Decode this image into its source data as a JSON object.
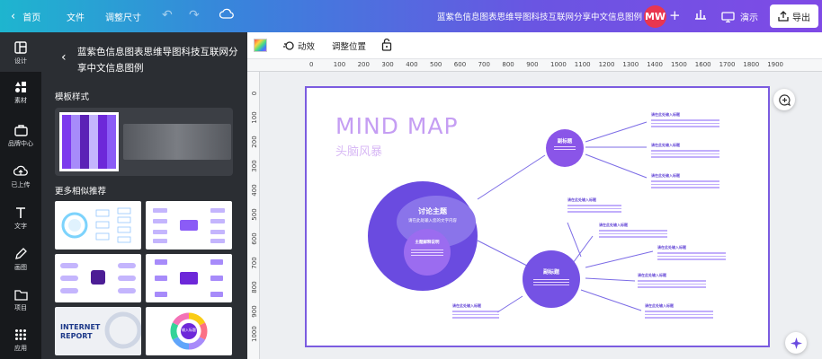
{
  "topbar": {
    "home": "首页",
    "file": "文件",
    "resize": "调整尺寸",
    "doc_title": "蓝紫色信息图表思维导图科技互联网分享中文信息图例",
    "avatar": "MW",
    "present": "演示",
    "export": "导出"
  },
  "rail": [
    {
      "label": "设计",
      "icon": "layout-icon"
    },
    {
      "label": "素材",
      "icon": "shapes-icon"
    },
    {
      "label": "品牌中心",
      "icon": "briefcase-icon"
    },
    {
      "label": "已上传",
      "icon": "cloud-upload-icon"
    },
    {
      "label": "文字",
      "icon": "text-icon"
    },
    {
      "label": "画图",
      "icon": "pen-icon"
    },
    {
      "label": "项目",
      "icon": "folder-icon"
    },
    {
      "label": "应用",
      "icon": "apps-icon"
    }
  ],
  "panel": {
    "title": "蓝紫色信息图表思维导图科技互联网分享中文信息图例",
    "template_style": "模板样式",
    "more_similar": "更多相似推荐",
    "thumb5_text1": "INTERNET",
    "thumb5_text2": "REPORT",
    "thumb_center": "输入标题"
  },
  "toolbar": {
    "animate": "动效",
    "position": "调整位置"
  },
  "ruler_h": [
    "0",
    "100",
    "200",
    "300",
    "400",
    "500",
    "600",
    "700",
    "800",
    "900",
    "1000",
    "1100",
    "1200",
    "1300",
    "1400",
    "1500",
    "1600",
    "1700",
    "1800",
    "1900"
  ],
  "ruler_v": [
    "0",
    "100",
    "200",
    "300",
    "400",
    "500",
    "600",
    "700",
    "800",
    "900",
    "1000"
  ],
  "canvas": {
    "title": "MIND MAP",
    "subtitle": "头脑风暴",
    "main_node_title": "讨论主题",
    "main_node_sub": "请在此处输入您的文字内容",
    "theme_node": "主题解释说明",
    "sub_node_1": "副标题",
    "sub_node_2": "副标题",
    "leaf_heading": "请在此处输入标题"
  },
  "colors": {
    "accent": "#7b5ce0",
    "node_main": "#6a4be0",
    "node_sub": "#8a55e8",
    "title": "#c59ef3"
  }
}
